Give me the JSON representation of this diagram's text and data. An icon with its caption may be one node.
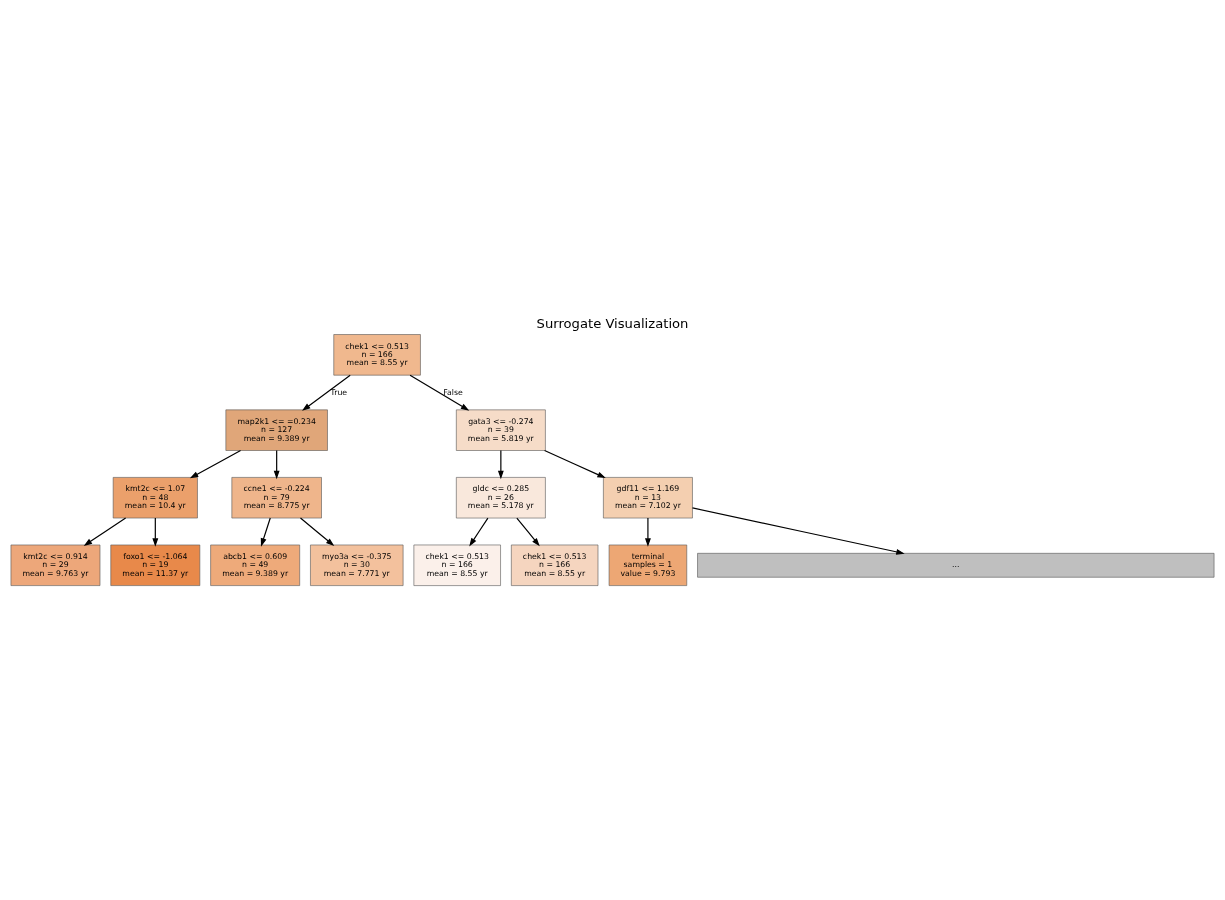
{
  "diagram": {
    "title": "Surrogate Visualization",
    "nodes": [
      {
        "text": [
          "chek1 <= 0.513",
          "n = 166",
          "mean = 8.55 yr"
        ]
      },
      {
        "text": [
          "map2k1 <= =0.234",
          "n = 127",
          "mean = 9.389 yr"
        ]
      },
      {
        "text": [
          "gata3 <= -0.274",
          "n = 39",
          "mean = 5.819 yr"
        ]
      },
      {
        "text": [
          "kmt2c <= 1.07",
          "n = 48",
          "mean = 10.4 yr"
        ]
      },
      {
        "text": [
          "ccne1 <= -0.224",
          "n = 79",
          "mean = 8.775 yr"
        ]
      },
      {
        "text": [
          "gldc <= 0.285",
          "n = 26",
          "mean = 5.178 yr"
        ]
      },
      {
        "text": [
          "gdf11 <= 1.169",
          "n = 13",
          "mean = 7.102 yr"
        ]
      },
      {
        "text": [
          "kmt2c <= 0.914",
          "n = 29",
          "mean = 9.763 yr"
        ]
      },
      {
        "text": [
          "foxo1 <= -1.064",
          "n = 19",
          "mean = 11.37 yr"
        ]
      },
      {
        "text": [
          "chek1 <= 0.513",
          "n = 166",
          "mean = 8.55 yr"
        ]
      },
      {
        "text": [
          "chek1 <= 0.513",
          "n = 166",
          "mean = 8.55 yr"
        ]
      },
      {
        "text": [
          "terminal",
          "samples = 1",
          "value = 9.793"
        ]
      },
      {
        "text": [
          "abcb1 <= 0.609",
          "n = 49",
          "mean = 9.389 yr"
        ]
      },
      {
        "text": [
          "myo3a <= -0.375",
          "n = 30",
          "mean = 7.771 yr"
        ]
      },
      {
        "text": [
          "..."
        ]
      }
    ],
    "edges": [
      {
        "from": 0,
        "to": 1,
        "arrow": "to",
        "label": "True"
      },
      {
        "from": 0,
        "to": 2,
        "arrow": "to",
        "label": "False"
      },
      {
        "from": 1,
        "to": 3,
        "arrow": "to"
      },
      {
        "from": 1,
        "to": 4,
        "arrow": "to"
      },
      {
        "from": 2,
        "to": 5,
        "arrow": "to"
      },
      {
        "from": 2,
        "to": 6,
        "arrow": "to"
      },
      {
        "from": 3,
        "to": 7,
        "arrow": "to"
      },
      {
        "from": 3,
        "to": 8,
        "arrow": "to"
      },
      {
        "from": 4,
        "to": 12,
        "arrow": "to"
      },
      {
        "from": 4,
        "to": 13,
        "arrow": "to"
      },
      {
        "from": 5,
        "to": 9,
        "arrow": "to"
      },
      {
        "from": 5,
        "to": 10,
        "arrow": "to"
      },
      {
        "from": 6,
        "to": 14,
        "arrow": "to"
      },
      {
        "from": 6,
        "to": 11,
        "arrow": "to"
      }
    ]
  }
}
